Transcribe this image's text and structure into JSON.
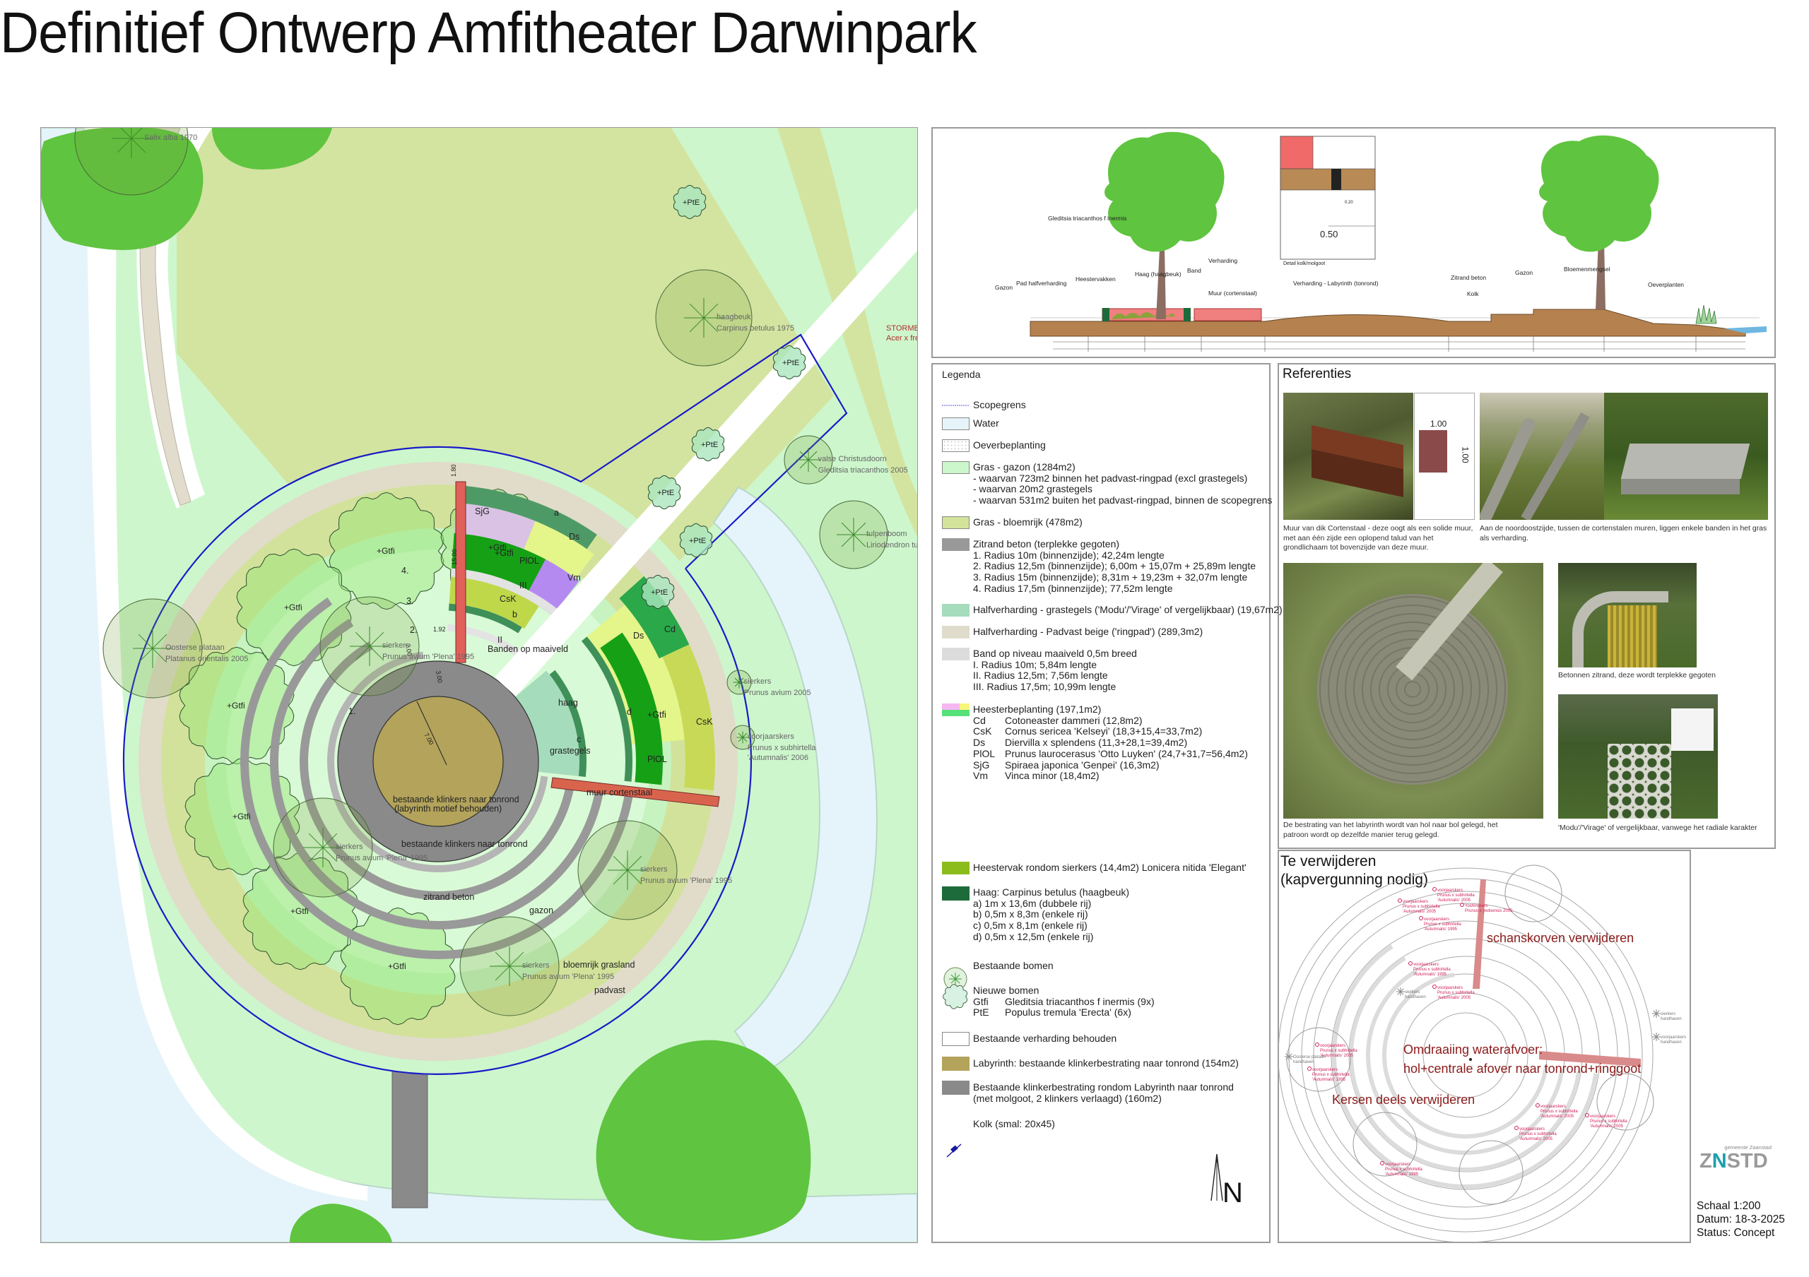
{
  "title": "Definitief Ontwerp Amfitheater Darwinpark",
  "plan": {
    "labels": {
      "sjg": "SjG",
      "ds1": "Ds",
      "plol1": "PlOL",
      "vm": "Vm",
      "csk1": "CsK",
      "gtfi_ne": "+Gtfi",
      "ds2": "Ds",
      "cd": "Cd",
      "csk2": "CsK",
      "plol2": "PlOL",
      "gtfi_e": "+Gtfi",
      "haag_a": "a",
      "haag_b": "b",
      "haag_c": "c",
      "haag_d": "d",
      "haag": "haag",
      "banden": "Banden op maaiveld",
      "band_ii": "II",
      "band_iii": "III",
      "grastegels": "grastegels",
      "muur": "muur cortenstaal",
      "lab1": "bestaande klinkers naar tonrond",
      "lab2": "(labyrinth motief behouden)",
      "lab_ring": "bestaande klinkers naar tonrond",
      "zitrand": "zitrand beton",
      "gazon": "gazon",
      "bloemrijk": "bloemrijk grasland",
      "padvast": "padvast",
      "arc1": "1.",
      "arc2": "2.",
      "arc3": "3.",
      "arc4": "4.",
      "dim_180": "1.80",
      "dim_1500": "15.00",
      "dim_192": "1.92",
      "dim_200": "2.00",
      "dim_300": "3.00",
      "dim_700": "7.00",
      "storm1": "STORMBO",
      "storm2": "Acer x free"
    },
    "gtfi": [
      "+Gtfi",
      "+Gtfi",
      "+Gtfi",
      "+Gtfi",
      "+Gtfi",
      "+Gtfi",
      "+Gtfi"
    ],
    "pte": [
      "+PtE",
      "+PtE",
      "+PtE",
      "+PtE",
      "+PtE",
      "+PtE"
    ],
    "existing_trees": [
      {
        "name": "",
        "species": "Salix alba 1970"
      },
      {
        "name": "haagbeuk",
        "species": "Carpinus betulus 1975"
      },
      {
        "name": "valse Christusdoorn",
        "species": "Gleditsia triacanthos 2005"
      },
      {
        "name": "tulpenboom",
        "species": "Liriodendron tulipifera"
      },
      {
        "name": "sierkers",
        "species": "Prunus avium 2005"
      },
      {
        "name": "voorjaarskers",
        "species": "Prunus x subhirtella",
        "species2": "'Autumnalis' 2006"
      },
      {
        "name": "Oosterse plataan",
        "species": "Platanus orientalis 2005"
      },
      {
        "name": "sierkers",
        "species": "Prunus avium 'Plena' 1995"
      },
      {
        "name": "sierkers",
        "species": "Prunus avium 'Plena' 1995"
      },
      {
        "name": "sierkers",
        "species": "Prunus avium 'Plena' 1995"
      },
      {
        "name": "sierkers",
        "species": "Prunus avium 'Plena' 1995"
      }
    ]
  },
  "section": {
    "labels": {
      "gleditsia": "Gleditsia triacanthos f inermis",
      "gazon_l": "Gazon",
      "pad": "Pad halfverharding",
      "heester": "Heestervakken",
      "haag": "Haag (haagbeuk)",
      "band": "Band",
      "verharding": "Verharding",
      "muur": "Muur (cortenstaal)",
      "labyrinth": "Verharding - Labyrinth (tonrond)",
      "detail": "Detail kolk/molgoot",
      "detail_050": "0.50",
      "detail_020": "0.20",
      "zitrand": "Zitrand beton",
      "kolk": "Kolk",
      "gazon_r": "Gazon",
      "bloemen": "Bloemenmengsel",
      "oever": "Oeverplanten"
    }
  },
  "legend": {
    "title": "Legenda",
    "scopegrens": "Scopegrens",
    "water": "Water",
    "oever": "Oeverbeplanting",
    "gazon": {
      "label": "Gras - gazon (1284m2)",
      "lines": [
        "- waarvan 723m2 binnen het padvast-ringpad (excl grastegels)",
        "- waarvan 20m2 grastegels",
        "- waarvan 531m2 buiten het padvast-ringpad, binnen de scopegrens"
      ]
    },
    "bloemrijk": "Gras - bloemrijk (478m2)",
    "zitrand": {
      "label": "Zitrand beton (terplekke gegoten)",
      "lines": [
        "1. Radius 10m (binnenzijde); 42,24m lengte",
        "2. Radius 12,5m (binnenzijde); 6,00m + 15,07m + 25,89m lengte",
        "3. Radius 15m (binnenzijde); 8,31m + 19,23m + 32,07m lengte",
        "4. Radius 17,5m (binnenzijde); 77,52m lengte"
      ]
    },
    "grastegels": "Halfverharding - grastegels ('Modu'/'Virage' of vergelijkbaar) (19,67m2)",
    "padvast": "Halfverharding - Padvast beige ('ringpad') (289,3m2)",
    "band": {
      "label": "Band op niveau maaiveld 0,5m breed",
      "lines": [
        "I. Radius 10m; 5,84m lengte",
        "II. Radius 12,5m; 7,56m lengte",
        "III. Radius 17,5m; 10,99m lengte"
      ]
    },
    "heester": {
      "label": "Heesterbeplanting (197,1m2)",
      "species": [
        {
          "code": "Cd",
          "name": "Cotoneaster dammeri (12,8m2)"
        },
        {
          "code": "CsK",
          "name": "Cornus sericea 'Kelseyi' (18,3+15,4=33,7m2)"
        },
        {
          "code": "Ds",
          "name": "Diervilla x splendens (11,3+28,1=39,4m2)"
        },
        {
          "code": "PlOL",
          "name": "Prunus laurocerasus 'Otto Luyken' (24,7+31,7=56,4m2)"
        },
        {
          "code": "SjG",
          "name": "Spiraea japonica 'Genpei' (16,3m2)"
        },
        {
          "code": "Vm",
          "name": "Vinca minor (18,4m2)"
        }
      ]
    },
    "heestervak": "Heestervak rondom sierkers (14,4m2) Lonicera nitida 'Elegant'",
    "haag": {
      "label": "Haag: Carpinus betulus (haagbeuk)",
      "lines": [
        "a) 1m x 13,6m (dubbele rij)",
        "b) 0,5m x 8,3m (enkele rij)",
        "c) 0,5m x 8,1m (enkele rij)",
        "d) 0,5m x 12,5m (enkele rij)"
      ]
    },
    "bestaande_bomen": "Bestaande bomen",
    "nieuwe_bomen": {
      "label": "Nieuwe bomen",
      "species": [
        {
          "code": "Gtfi",
          "name": "Gleditsia triacanthos f inermis (9x)"
        },
        {
          "code": "PtE",
          "name": "Populus tremula 'Erecta' (6x)"
        }
      ]
    },
    "verharding": "Bestaande verharding behouden",
    "labyrinth": "Labyrinth: bestaande klinkerbestrating naar tonrond (154m2)",
    "klinker": {
      "label": "Bestaande klinkerbestrating rondom Labyrinth naar tonrond",
      "lines": [
        "(met molgoot, 2 klinkers verlaagd) (160m2)"
      ]
    },
    "kolk": "Kolk (smal: 20x45)",
    "colors": {
      "scope": "#3c3cd0",
      "water": "#e6f4fa",
      "gazon": "#ccf7cc",
      "bloemrijk": "#d3e39a",
      "zitrand": "#999999",
      "grastegels": "#a5dcbc",
      "padvast": "#e0dccb",
      "band": "#dcdcdc",
      "heestervak": "#8cbc1c",
      "haag": "#1d6b3a",
      "labyrinth": "#b3a35b",
      "klinker": "#8a8a8a"
    }
  },
  "north": "N",
  "references": {
    "title": "Referenties",
    "detail_100a": "1.00",
    "detail_100b": "1.00",
    "captions": [
      "Muur van dik Cortenstaal - deze oogt als een solide muur, met aan één zijde een oplopend talud van het grondlichaam tot bovenzijde van deze muur.",
      "Aan de noordoostzijde, tussen de cortenstalen muren, liggen enkele banden in het gras als verharding.",
      "De bestrating van het labyrinth wordt van hol naar bol gelegd, het patroon wordt op dezelfde manier terug gelegd.",
      "Betonnen zitrand, deze wordt terplekke gegoten",
      "'Modu'/'Virage' of vergelijkbaar, vanwege het radiale karakter"
    ]
  },
  "removal": {
    "title": "Te verwijderen",
    "subtitle": "(kapvergunning nodig)",
    "notes": {
      "schanskorven": "schanskorven verwijderen",
      "water1": "Omdraaiing waterafvoer:",
      "water2": "hol+centrale afover naar tonrond+ringgoot",
      "kersen": "Kersen deels verwijderen"
    },
    "tree_tags": [
      {
        "l1": "voorjaarskers",
        "l2": "Prunus x subhirtella",
        "l3": "'Autumnalis' 2005"
      },
      {
        "l1": "voorjaarskers",
        "l2": "Prunus x subhirtella",
        "l3": "'Autumnalis' 2005"
      },
      {
        "l1": "Yoshinokers",
        "l2": "Prunus x yedoensis 2005",
        "l3": ""
      },
      {
        "l1": "voorjaarskers",
        "l2": "Prunus x subhirtella",
        "l3": "'Autumnalis' 1995"
      },
      {
        "l1": "voorjaarskers",
        "l2": "Prunus x subhirtella",
        "l3": "'Autumnalis' 1995"
      },
      {
        "l1": "voorjaarskers",
        "l2": "Prunus x subhirtella",
        "l3": "'Autumnalis' 2005"
      },
      {
        "l1": "voorjaarskers",
        "l2": "Prunus x subhirtella",
        "l3": "'Autumnalis' 2005"
      },
      {
        "l1": "voorjaarskers",
        "l2": "Prunus x subhirtella",
        "l3": "'Autumnalis' 1995"
      },
      {
        "l1": "voorjaarskers",
        "l2": "Prunus x subhirtella",
        "l3": "'Autumnalis' 2005"
      },
      {
        "l1": "voorjaarskers",
        "l2": "Prunus x subhirtella",
        "l3": "'Autumnalis' 2005"
      },
      {
        "l1": "voorjaarskers",
        "l2": "Prunus x subhirtella",
        "l3": "'Autumnalis' 2005"
      },
      {
        "l1": "voorjaarskers",
        "l2": "Prunus x subhirtella",
        "l3": "'Autumnalis' 1995"
      }
    ],
    "keep_tags": [
      {
        "l1": "Oosterse plataan",
        "l2": "handhaven"
      },
      {
        "l1": "sierkers",
        "l2": "handhaven"
      },
      {
        "l1": "sierkers",
        "l2": "handhaven"
      },
      {
        "l1": "voorjaarskers",
        "l2": "handhaven"
      }
    ]
  },
  "footer": {
    "logo_small": "gemeente Zaanstad",
    "logo_z": "Z",
    "logo_n": "N",
    "logo_rest": "STD",
    "logo_accent": "#1aa0b0",
    "scale": "Schaal 1:200",
    "date": "Datum: 18-3-2025",
    "status": "Status: Concept"
  }
}
